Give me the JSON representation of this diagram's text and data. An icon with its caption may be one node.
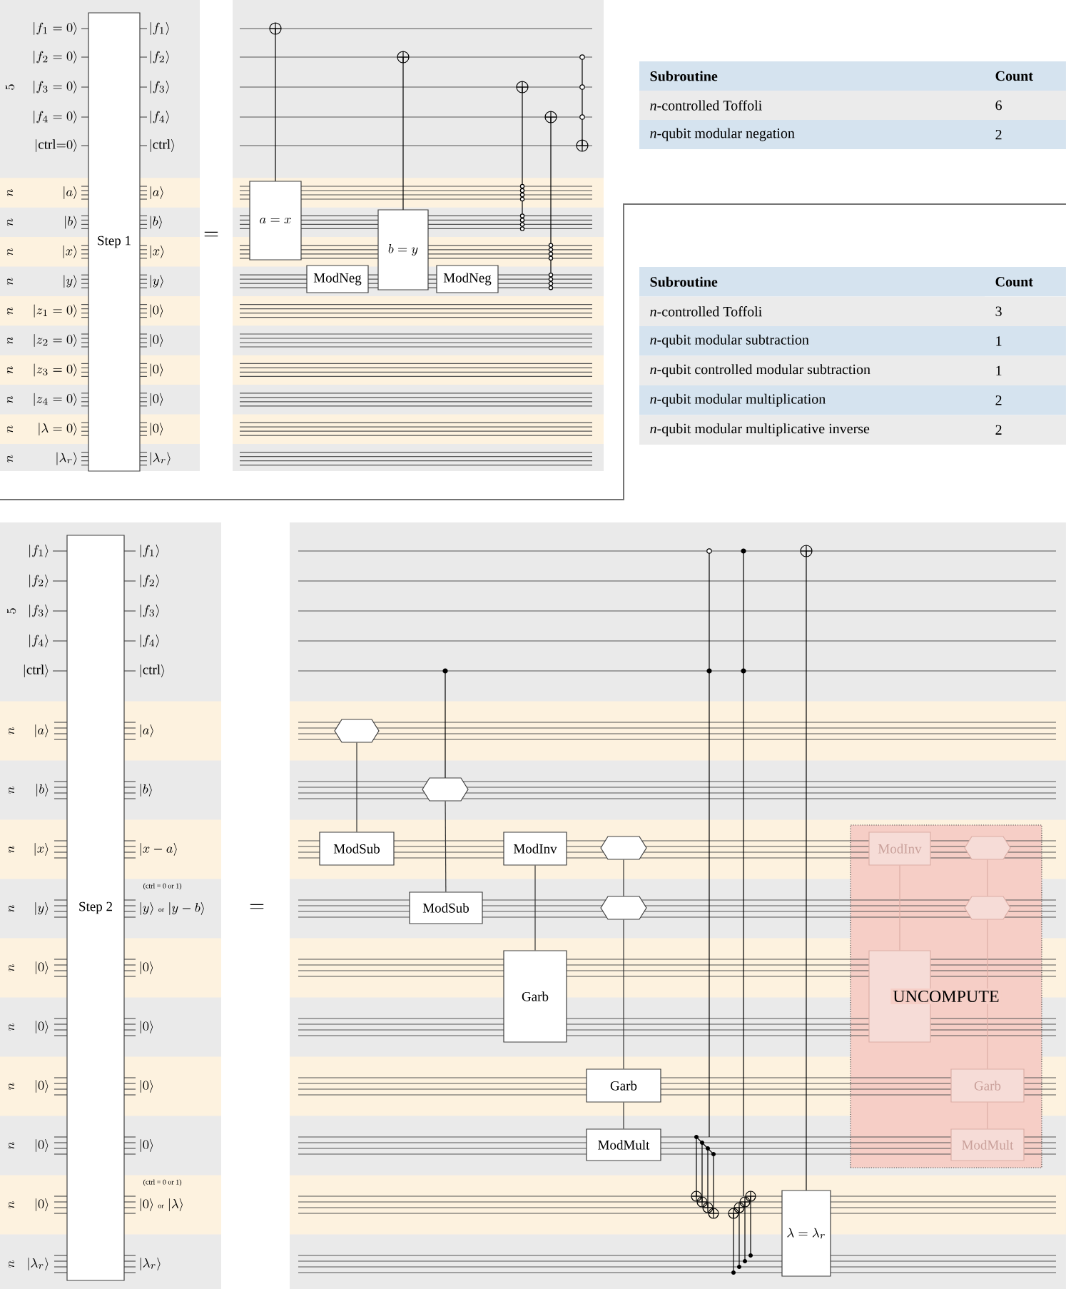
{
  "diagram": {
    "nodes": [
      {
        "text": [
          "Step 1"
        ]
      },
      {
        "text": [
          "a = x"
        ]
      },
      {
        "text": [
          "b = y"
        ]
      },
      {
        "text": [
          "ModNeg"
        ]
      },
      {
        "text": [
          "ModNeg"
        ]
      },
      {
        "text": [
          "Step 2"
        ]
      },
      {
        "text": [],
        "shape": "hexagon"
      },
      {
        "text": [
          "ModSub"
        ]
      },
      {
        "text": [],
        "shape": "hexagon"
      },
      {
        "text": [
          "ModSub"
        ]
      },
      {
        "text": [
          "ModInv"
        ]
      },
      {
        "text": [
          "Garb"
        ]
      },
      {
        "text": [],
        "shape": "hexagon"
      },
      {
        "text": [],
        "shape": "hexagon"
      },
      {
        "text": [
          "Garb"
        ]
      },
      {
        "text": [
          "ModMult"
        ]
      },
      {
        "text": [
          "\\lambda = \\lambda_r"
        ]
      },
      {
        "text": [
          "UNCOMPUTE"
        ]
      },
      {
        "text": [
          "ModInv"
        ],
        "in": 17
      },
      {
        "text": [],
        "shape": "hexagon",
        "in": 17
      },
      {
        "text": [],
        "shape": "hexagon",
        "in": 17
      },
      {
        "text": [],
        "shape": "box",
        "in": 17
      },
      {
        "text": [
          "Garb"
        ],
        "in": 17
      },
      {
        "text": [
          "ModMult"
        ],
        "in": 17
      }
    ],
    "edges": [
      {
        "from": 6,
        "to": 7,
        "arrow": "none"
      },
      {
        "from": 8,
        "to": 9,
        "arrow": "none"
      },
      {
        "from": 10,
        "to": 11,
        "arrow": "none"
      },
      {
        "from": 12,
        "to": 13,
        "arrow": "none"
      },
      {
        "from": 13,
        "to": 14,
        "arrow": "none"
      },
      {
        "from": 14,
        "to": 15,
        "arrow": "none"
      },
      {
        "from": 18,
        "to": 21,
        "arrow": "none",
        "color": "#dcaea6"
      },
      {
        "from": 19,
        "to": 20,
        "arrow": "none",
        "color": "#dcaea6"
      },
      {
        "from": 20,
        "to": 22,
        "arrow": "none",
        "color": "#dcaea6"
      },
      {
        "from": 22,
        "to": 23,
        "arrow": "none",
        "color": "#dcaea6"
      }
    ],
    "labels": [
      "|f_1 = 0\\rangle",
      "|f_1\\rangle",
      "|f_2 = 0\\rangle",
      "|f_2\\rangle",
      "5",
      "|f_3 = 0\\rangle",
      "|f_3\\rangle",
      "|f_4 = 0\\rangle",
      "|f_4\\rangle",
      "|\\mathrm{ctrl}{=}0\\rangle",
      "|\\mathrm{ctrl}\\rangle",
      "n",
      "|a\\rangle",
      "|a\\rangle",
      "n",
      "|b\\rangle",
      "|b\\rangle",
      "n",
      "|x\\rangle",
      "|x\\rangle",
      "n",
      "|y\\rangle",
      "|y\\rangle",
      "n",
      "|z_1 = 0\\rangle",
      "|0\\rangle",
      "n",
      "|z_2 = 0\\rangle",
      "|0\\rangle",
      "n",
      "|z_3 = 0\\rangle",
      "|0\\rangle",
      "n",
      "|z_4 = 0\\rangle",
      "|0\\rangle",
      "n",
      "|\\lambda = 0\\rangle",
      "|0\\rangle",
      "n",
      "|\\lambda_r\\rangle",
      "|\\lambda_r\\rangle",
      "=",
      "Subroutine",
      "Count",
      "*n*-controlled Toffoli",
      "6",
      "*n*-qubit modular negation",
      "2",
      "Subroutine",
      "Count",
      "*n*-controlled Toffoli",
      "3",
      "*n*-qubit modular subtraction",
      "1",
      "*n*-qubit controlled modular subtraction",
      "1",
      "*n*-qubit modular multiplication",
      "2",
      "*n*-qubit modular multiplicative inverse",
      "2",
      "|f_1\\rangle",
      "|f_1\\rangle",
      "|f_2\\rangle",
      "|f_2\\rangle",
      "5",
      "|f_3\\rangle",
      "|f_3\\rangle",
      "|f_4\\rangle",
      "|f_4\\rangle",
      "|\\mathrm{ctrl}\\rangle",
      "|\\mathrm{ctrl}\\rangle",
      "n",
      "|a\\rangle",
      "|a\\rangle",
      "n",
      "|b\\rangle",
      "|b\\rangle",
      "n",
      "|x\\rangle",
      "|x - a\\rangle",
      "n",
      "|y\\rangle",
      "(ctrl = 0 or 1)",
      "|y\\rangle \\; \\mbox{\\tiny or} \\; |y - b\\rangle",
      "n",
      "|0\\rangle",
      "|0\\rangle",
      "n",
      "|0\\rangle",
      "|0\\rangle",
      "n",
      "|0\\rangle",
      "|0\\rangle",
      "n",
      "|0\\rangle",
      "|0\\rangle",
      "n",
      "|0\\rangle",
      "(ctrl = 0 or 1)",
      "|0\\rangle \\; \\mbox{\\tiny or} \\; |\\lambda\\rangle",
      "n",
      "|\\lambda_r\\rangle",
      "|\\lambda_r\\rangle",
      "="
    ]
  }
}
